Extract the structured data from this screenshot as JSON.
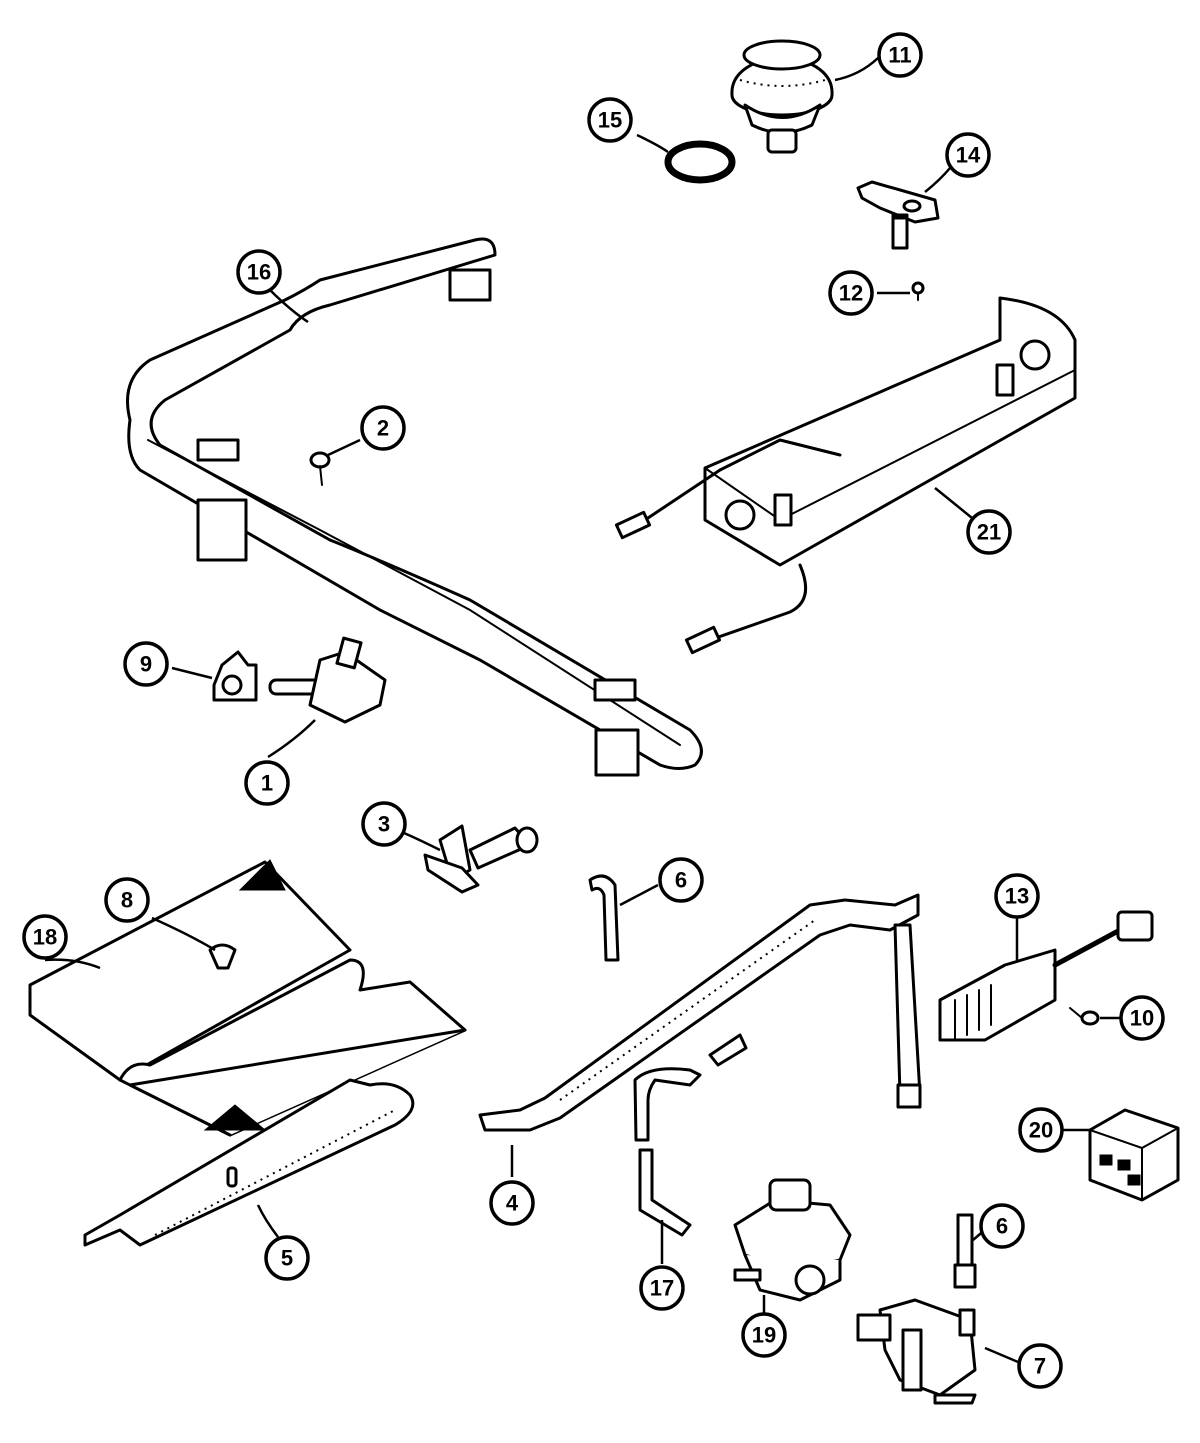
{
  "colors": {
    "ink": "#000000",
    "paper": "#ffffff"
  },
  "callouts": {
    "c1": "1",
    "c2": "2",
    "c3": "3",
    "c4": "4",
    "c5": "5",
    "c6a": "6",
    "c6b": "6",
    "c7": "7",
    "c8": "8",
    "c9": "9",
    "c10": "10",
    "c11": "11",
    "c12": "12",
    "c13": "13",
    "c14": "14",
    "c15": "15",
    "c16": "16",
    "c17": "17",
    "c18": "18",
    "c19": "19",
    "c20": "20",
    "c21": "21"
  }
}
